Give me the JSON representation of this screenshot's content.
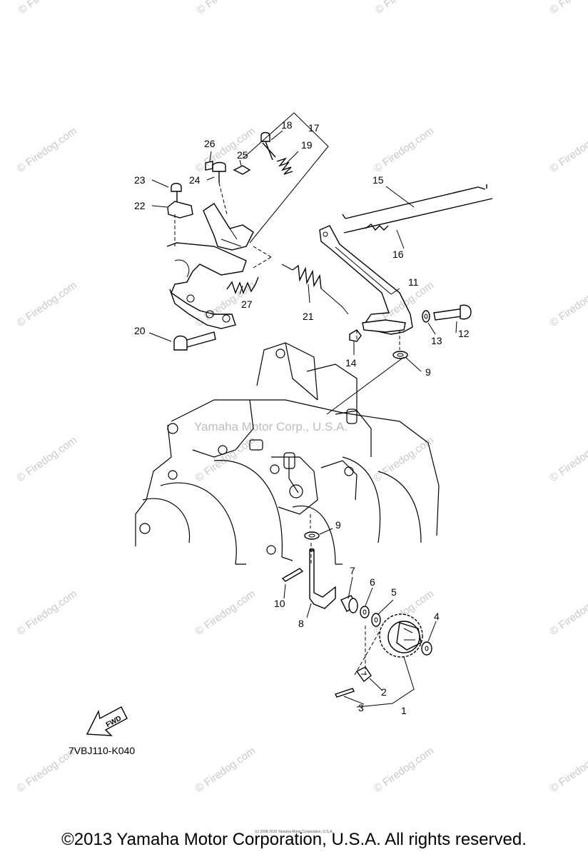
{
  "watermark": {
    "site": "© Firedog.com",
    "center": "Yamaha Motor Corp., U.S.A."
  },
  "callouts": [
    "1",
    "2",
    "3",
    "4",
    "5",
    "6",
    "7",
    "8",
    "9",
    "9",
    "10",
    "11",
    "12",
    "13",
    "14",
    "15",
    "16",
    "17",
    "18",
    "19",
    "20",
    "21",
    "22",
    "23",
    "24",
    "25",
    "26",
    "27"
  ],
  "fwd_label": "FWD",
  "drawing_code": "7VBJ110-K040",
  "tiny_copyright": "(c) 2008-2016 Yamaha Motor Corporation, U.S.A.",
  "copyright": "©2013 Yamaha Motor Corporation, U.S.A. All rights reserved."
}
